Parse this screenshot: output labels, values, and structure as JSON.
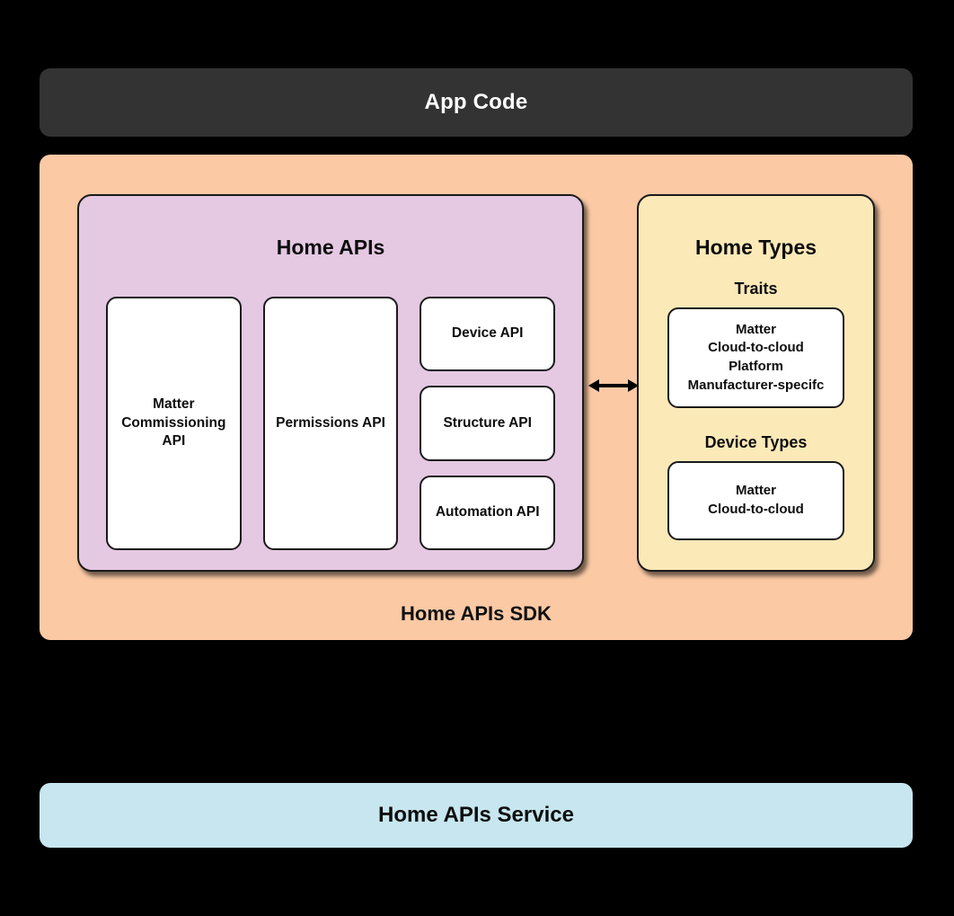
{
  "diagram": {
    "app_code": {
      "label": "App Code"
    },
    "sdk": {
      "label": "Home APIs SDK",
      "home_apis": {
        "title": "Home APIs",
        "cards": [
          {
            "label": "Matter Commissioning API"
          },
          {
            "label": "Permissions API"
          },
          {
            "label": "Device API"
          },
          {
            "label": "Structure API"
          },
          {
            "label": "Automation API"
          }
        ]
      },
      "home_types": {
        "title": "Home Types",
        "traits": {
          "heading": "Traits",
          "items": "Matter\nCloud-to-cloud\nPlatform\nManufacturer-specifc"
        },
        "device_types": {
          "heading": "Device Types",
          "items": "Matter\nCloud-to-cloud"
        }
      },
      "connector": {
        "name": "bidirectional-arrow"
      }
    },
    "service": {
      "label": "Home APIs Service"
    },
    "colors": {
      "background": "#000000",
      "app_code_bg": "#333333",
      "sdk_bg": "#FBC9A4",
      "home_apis_bg": "#E5C8E2",
      "home_types_bg": "#FCE9B8",
      "service_bg": "#C7E6EF",
      "card_bg": "#FFFFFF",
      "border": "#1A1A1A",
      "text_dark": "#0D0D0D",
      "text_light": "#FFFFFF"
    }
  }
}
